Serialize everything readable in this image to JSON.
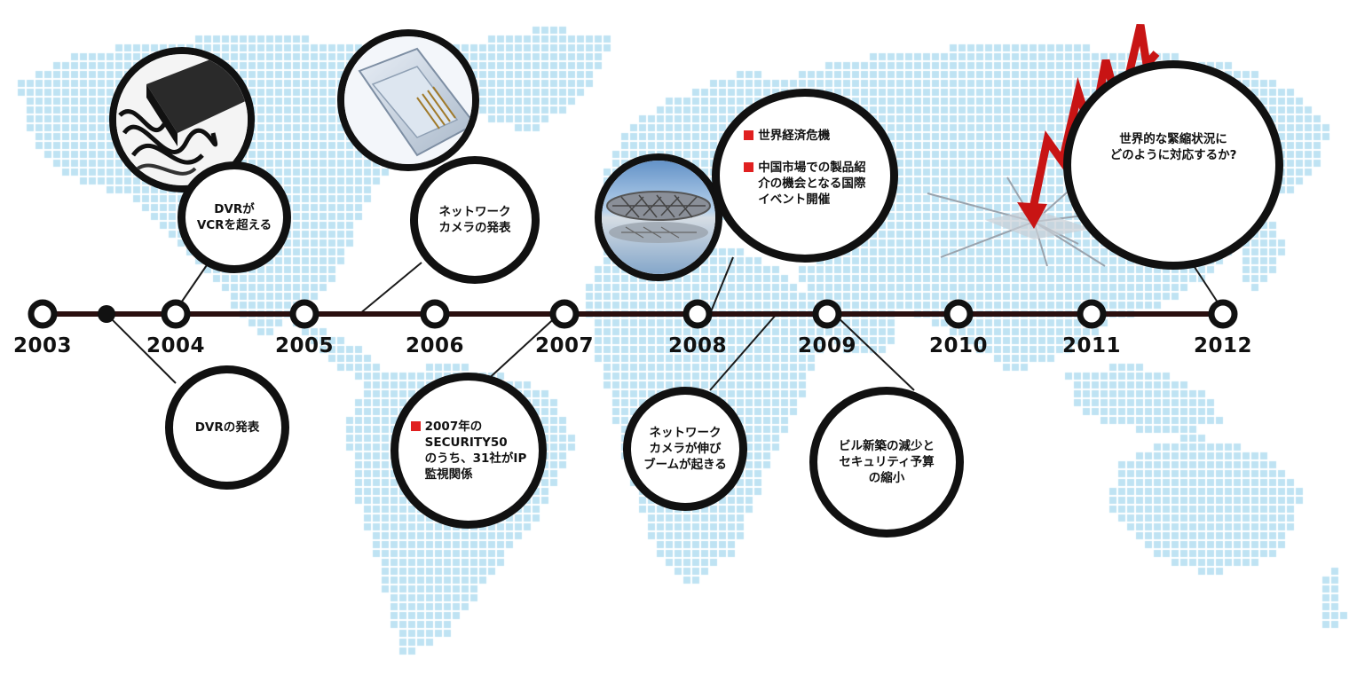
{
  "years": [
    "2003",
    "2004",
    "2005",
    "2006",
    "2007",
    "2008",
    "2009",
    "2010",
    "2011",
    "2012"
  ],
  "events": {
    "dvr_over_vcr": "DVRが\nVCRを超える",
    "dvr_release": "DVRの発表",
    "network_camera_release": "ネットワーク\nカメラの発表",
    "security50": "2007年の\nSECURITY50\nのうち、31社がIP\n監視関係",
    "crisis_item1": "世界経済危機",
    "crisis_item2": "中国市場での製品紹\n介の機会となる国際\nイベント開催",
    "network_camera_boom": "ネットワーク\nカメラが伸び\nブームが起きる",
    "building_decline": "ビル新築の減少と\nセキュリティ予算\nの縮小",
    "global_tightening": "世界的な緊縮状況に\nどのように対応するか?"
  },
  "icons": {
    "vcr_tape": "vcr-tape-icon",
    "rj45": "rj45-connector-icon",
    "stadium": "stadium-photo-icon",
    "arrow": "red-arrow-icon"
  },
  "colors": {
    "map_dot": "#bfe3f3",
    "line": "#2a0f0f",
    "outline": "#111111",
    "accent": "#e02020"
  }
}
